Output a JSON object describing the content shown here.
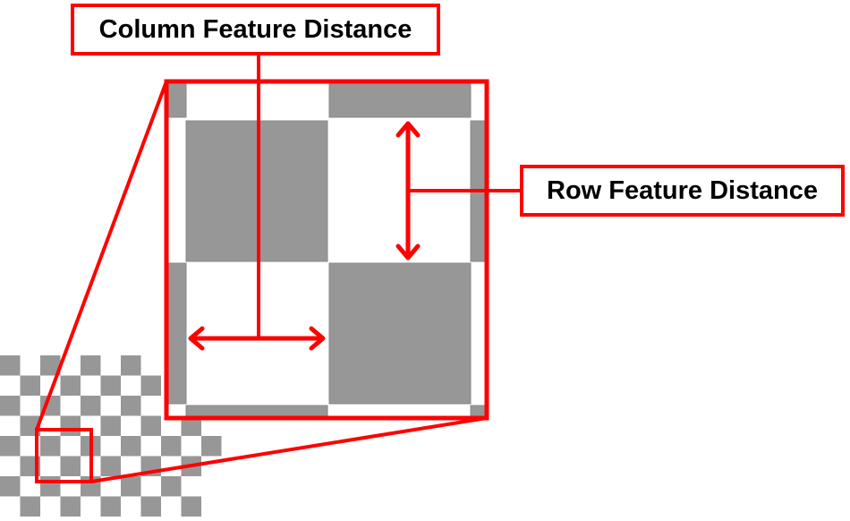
{
  "labels": {
    "column": "Column Feature Distance",
    "row": "Row Feature Distance"
  },
  "colors": {
    "accent": "#ff0000",
    "checker_dark": "#979797",
    "checker_light": "#ffffff"
  },
  "checkerboard": {
    "rows": 8,
    "cols": 11
  }
}
